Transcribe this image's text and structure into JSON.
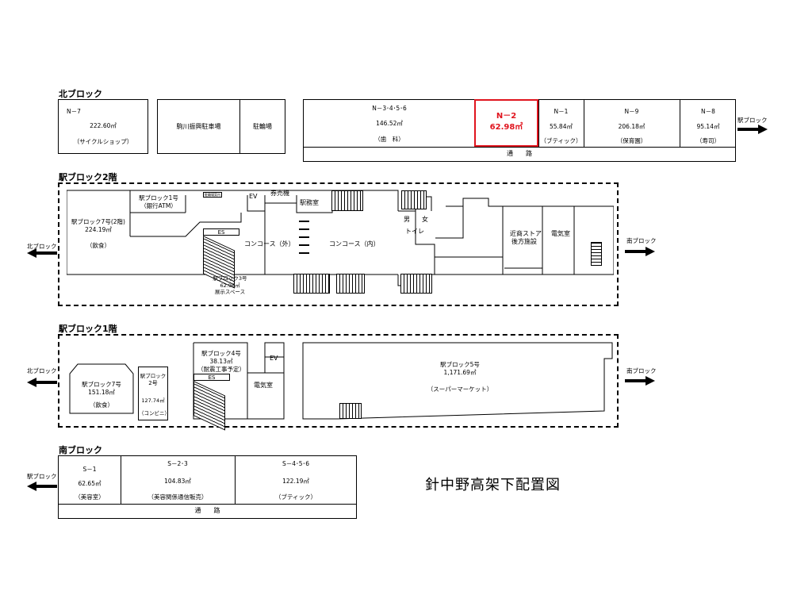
{
  "title": "針中野高架下配置図",
  "colors": {
    "highlight": "#e0141e"
  },
  "north": {
    "heading": "北ブロック",
    "n7": {
      "code": "N－7",
      "area": "222.60㎡",
      "use": "（サイクルショップ）"
    },
    "komagawa": "駒川振興駐車場",
    "churinjo": "駐輪場",
    "n3456": {
      "code": "N－3･4･5･6",
      "area": "146.52㎡",
      "use": "（歯　科）"
    },
    "n2": {
      "code": "N－2",
      "area": "62.98㎡"
    },
    "n1": {
      "code": "N－1",
      "area": "55.84㎡",
      "use": "（ブティック）"
    },
    "n9": {
      "code": "N－9",
      "area": "206.18㎡",
      "use": "（保育園）"
    },
    "n8": {
      "code": "N－8",
      "area": "95.14㎡",
      "use": "（寿司）"
    },
    "road": "通　　路",
    "arrow": "駅ブロック"
  },
  "station2": {
    "heading": "駅ブロック2階",
    "b7": {
      "name": "駅ブロック7号(2階)",
      "area": "224.19㎡",
      "use": "（飲食）"
    },
    "b1": {
      "name": "駅ブロック1号",
      "use": "（銀行ATM）"
    },
    "small": "駐輪場案内",
    "ev": "EV",
    "ticket": "券売機",
    "office": "駅務室",
    "es": "ES",
    "concourse_out": "コンコース（外）",
    "concourse_in": "コンコース（内）",
    "b3": {
      "name": "駅ブロック3号",
      "area": "62.96㎡",
      "use": "展示スペース"
    },
    "male": "男",
    "female": "女",
    "toilet": "トイレ",
    "kintetsu": "近商ストア",
    "kintetsu2": "後方施設",
    "elec": "電気室",
    "arrow_left": "北ブロック",
    "arrow_right": "南ブロック"
  },
  "station1": {
    "heading": "駅ブロック1階",
    "b7": {
      "name": "駅ブロック7号",
      "area": "151.18㎡",
      "use": "（飲食）"
    },
    "b2": {
      "name": "駅ブロック",
      "name2": "2号",
      "area": "127.74㎡",
      "use": "（コンビニ）"
    },
    "b4": {
      "name": "駅ブロック4号",
      "area": "38.13㎡",
      "use": "（耐震工事予定）"
    },
    "es": "ES",
    "ev": "EV",
    "elec": "電気室",
    "b5": {
      "name": "駅ブロック5号",
      "area": "1,171.69㎡",
      "use": "（スーパーマーケット）"
    },
    "arrow_left": "北ブロック",
    "arrow_right": "南ブロック"
  },
  "south": {
    "heading": "南ブロック",
    "s1": {
      "code": "S－1",
      "area": "62.65㎡",
      "use": "（美容室）"
    },
    "s23": {
      "code": "S－2･3",
      "area": "104.83㎡",
      "use": "（美容関係通信販売）"
    },
    "s456": {
      "code": "S－4･5･6",
      "area": "122.19㎡",
      "use": "（ブティック）"
    },
    "road": "通　　路",
    "arrow": "駅ブロック"
  }
}
